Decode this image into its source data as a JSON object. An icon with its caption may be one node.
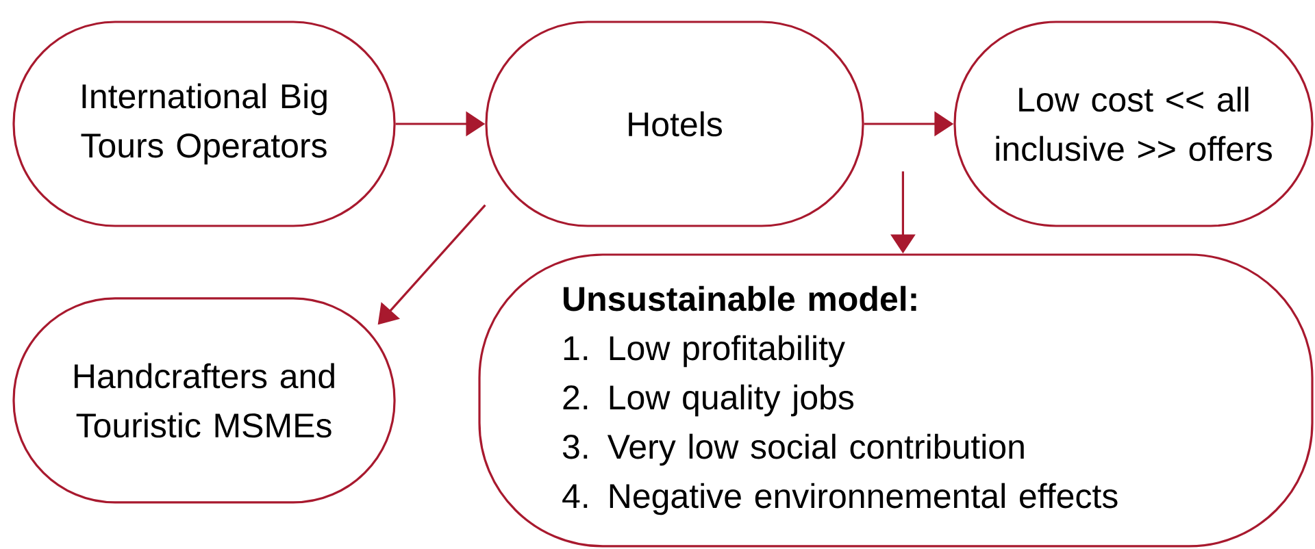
{
  "diagram": {
    "nodes": [
      {
        "text": [
          "International Big Tours Operators"
        ]
      },
      {
        "text": [
          "Hotels"
        ]
      },
      {
        "text": [
          "Low cost << all inclusive >> offers"
        ]
      },
      {
        "text": [
          "Handcrafters and Touristic MSMEs"
        ]
      },
      {
        "text": [
          "Unsustainable model:",
          "1. Low profitability",
          "2. Low quality jobs",
          "3. Very low social contribution",
          "4. Negative environnemental effects"
        ]
      }
    ],
    "edges": [
      {
        "from": 0,
        "to": 1,
        "arrow": "to"
      },
      {
        "from": 1,
        "to": 2,
        "arrow": "to"
      },
      {
        "from": 1,
        "to": 3,
        "arrow": "to"
      },
      {
        "from": null,
        "to": 4,
        "arrow": "to"
      }
    ]
  }
}
